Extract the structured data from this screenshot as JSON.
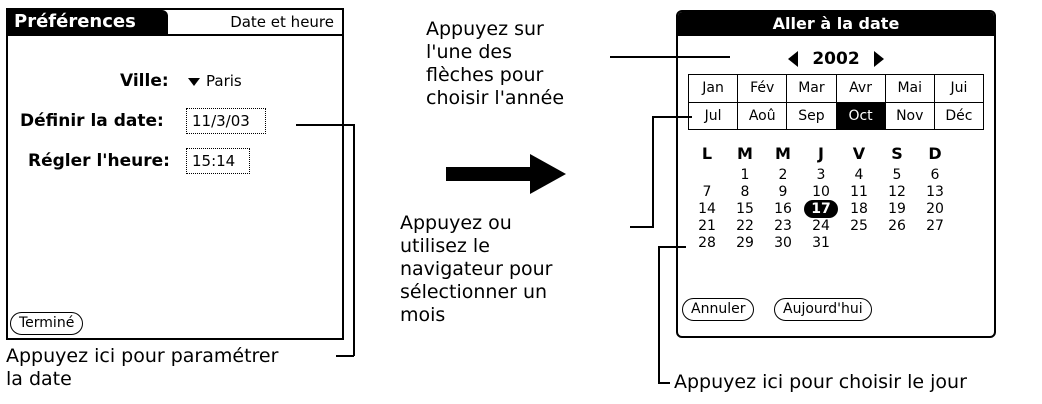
{
  "prefs": {
    "title": "Préférences",
    "panel": "Date et heure",
    "city_label": "Ville:",
    "city_value": "Paris",
    "date_label": "Définir la date:",
    "date_value": "11/3/03",
    "time_label": "Régler l'heure:",
    "time_value": "15:14",
    "done_button": "Terminé"
  },
  "goto": {
    "title": "Aller à la date",
    "year": "2002",
    "months": [
      "Jan",
      "Fév",
      "Mar",
      "Avr",
      "Mai",
      "Jui",
      "Jul",
      "Aoû",
      "Sep",
      "Oct",
      "Nov",
      "Déc"
    ],
    "selected_month": "Oct",
    "weekdays": [
      "L",
      "M",
      "M",
      "J",
      "V",
      "S",
      "D"
    ],
    "weeks": [
      [
        "",
        "1",
        "2",
        "3",
        "4",
        "5",
        "6"
      ],
      [
        "7",
        "8",
        "9",
        "10",
        "11",
        "12",
        "13"
      ],
      [
        "14",
        "15",
        "16",
        "17",
        "18",
        "19",
        "20"
      ],
      [
        "21",
        "22",
        "23",
        "24",
        "25",
        "26",
        "27"
      ],
      [
        "28",
        "29",
        "30",
        "31",
        "",
        "",
        ""
      ]
    ],
    "selected_day": "17",
    "cancel_button": "Annuler",
    "today_button": "Aujourd'hui"
  },
  "callouts": {
    "year_line1": "Appuyez sur",
    "year_line2": "l'une des",
    "year_line3": "flèches pour",
    "year_line4": "choisir l'année",
    "month_line1": "Appuyez ou",
    "month_line2": "utilisez le",
    "month_line3": "navigateur pour",
    "month_line4": "sélectionner un",
    "month_line5": "mois",
    "date_line1": "Appuyez ici pour paramétrer",
    "date_line2": "la date",
    "day_line1": "Appuyez ici pour choisir le jour"
  }
}
